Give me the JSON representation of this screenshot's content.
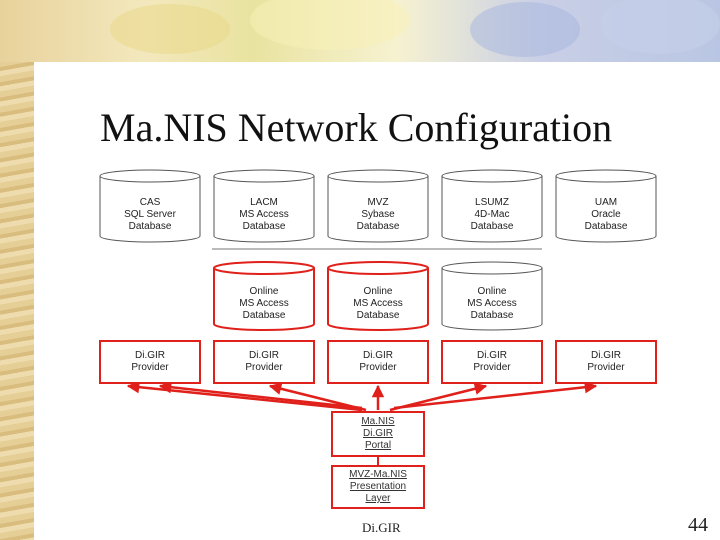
{
  "title": "Ma.NIS Network Configuration",
  "page_number": "44",
  "footer_logo": "Di.GIR",
  "colors": {
    "red": "#e0201a",
    "outline": "#555555"
  },
  "databases": [
    {
      "lines": [
        "CAS",
        "SQL Server",
        "Database"
      ]
    },
    {
      "lines": [
        "LACM",
        "MS Access",
        "Database"
      ]
    },
    {
      "lines": [
        "MVZ",
        "Sybase",
        "Database"
      ]
    },
    {
      "lines": [
        "LSUMZ",
        "4D-Mac",
        "Database"
      ]
    },
    {
      "lines": [
        "UAM",
        "Oracle",
        "Database"
      ]
    }
  ],
  "online_databases": [
    {
      "lines": [
        "Online",
        "MS Access",
        "Database"
      ]
    },
    {
      "lines": [
        "Online",
        "MS Access",
        "Database"
      ]
    },
    {
      "lines": [
        "Online",
        "MS Access",
        "Database"
      ]
    }
  ],
  "providers": [
    {
      "lines": [
        "Di.GIR",
        "Provider"
      ]
    },
    {
      "lines": [
        "Di.GIR",
        "Provider"
      ]
    },
    {
      "lines": [
        "Di.GIR",
        "Provider"
      ]
    },
    {
      "lines": [
        "Di.GIR",
        "Provider"
      ]
    },
    {
      "lines": [
        "Di.GIR",
        "Provider"
      ]
    }
  ],
  "portal": {
    "lines": [
      "Ma.NIS",
      "Di.GIR",
      "Portal"
    ]
  },
  "presentation": {
    "lines": [
      "MVZ-Ma.NIS",
      "Presentation",
      "Layer"
    ]
  }
}
